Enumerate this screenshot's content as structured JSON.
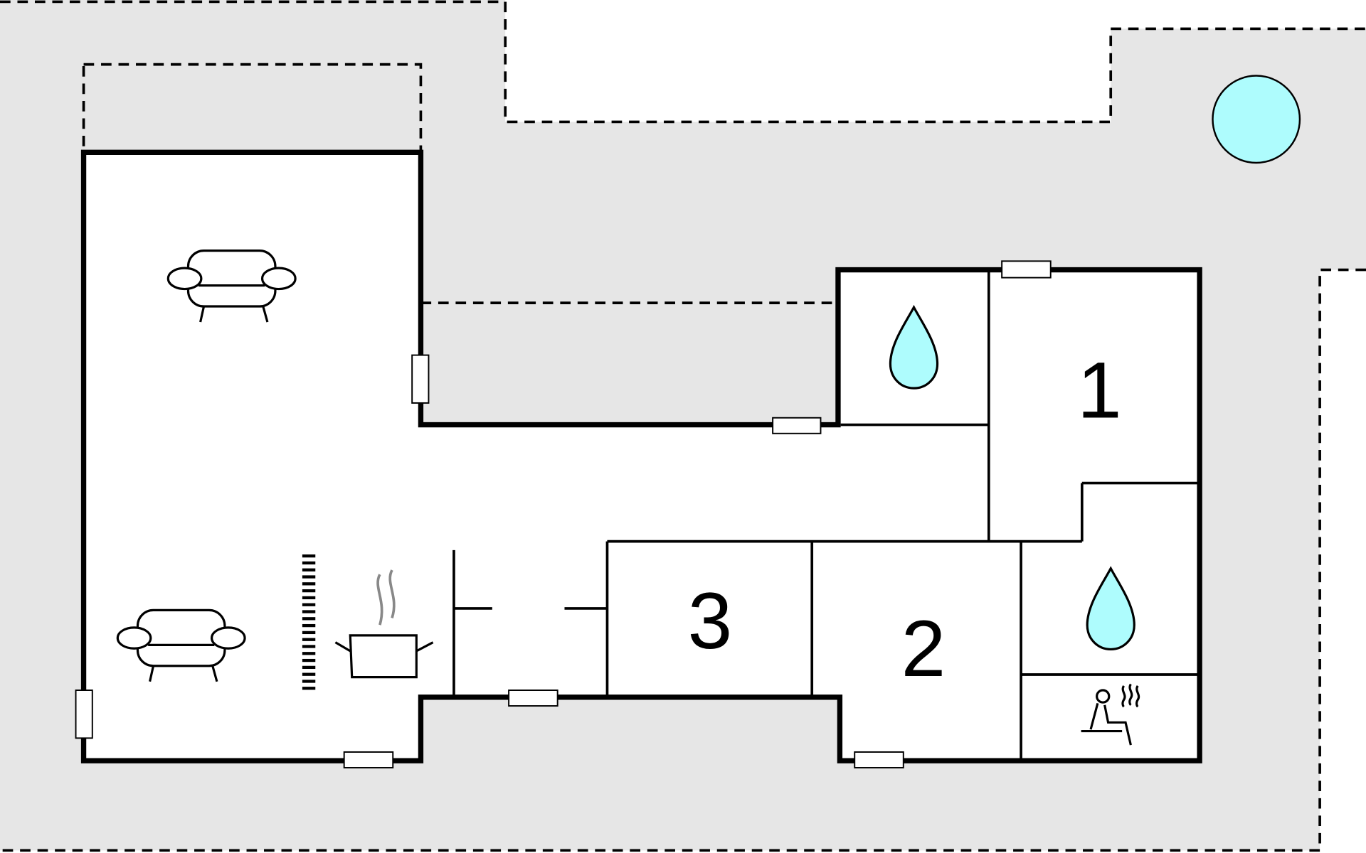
{
  "plan": {
    "rooms": [
      {
        "label": "1",
        "type": "bedroom"
      },
      {
        "label": "2",
        "type": "bedroom"
      },
      {
        "label": "3",
        "type": "bedroom"
      }
    ],
    "icons": [
      "sofa-icon",
      "sofa-icon",
      "stairs-icon",
      "cooking-pot-icon",
      "water-drop-icon",
      "water-drop-icon",
      "sauna-icon",
      "pool-icon"
    ],
    "colors": {
      "plot": "#e6e6e6",
      "terrace": "#bebebe",
      "water": "#aefcfd",
      "wall": "#000000"
    }
  }
}
